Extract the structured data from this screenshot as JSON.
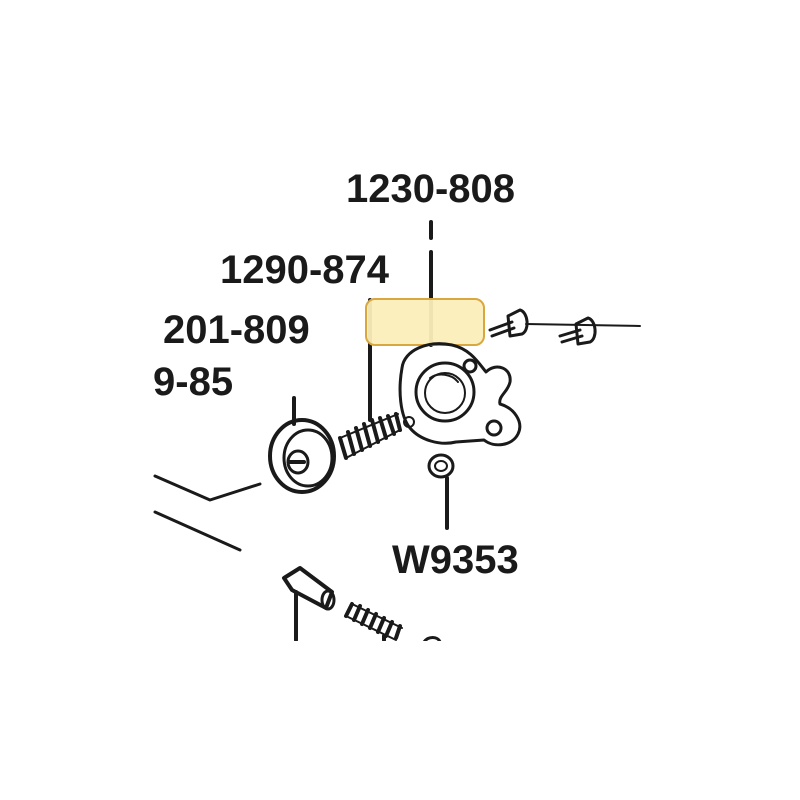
{
  "parts": {
    "label_1": "1230-808",
    "label_2": "1290-874",
    "label_3": "201-809",
    "label_4": "9-85",
    "label_5": "W9353"
  },
  "highlight": {
    "fill": "#fbeebb",
    "stroke": "#d9a640"
  }
}
